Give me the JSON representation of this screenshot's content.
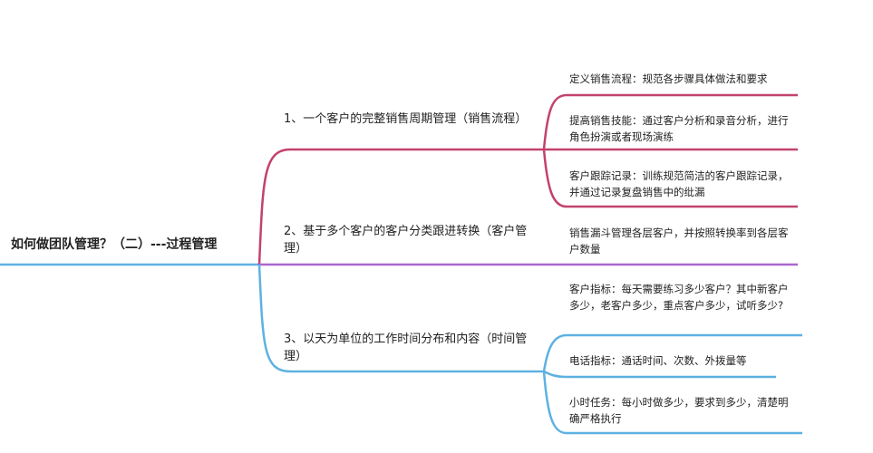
{
  "root": {
    "title": "如何做团队管理？（二）---过程管理"
  },
  "colors": {
    "branch1": "#c2426e",
    "branch2": "#a966d0",
    "branch3": "#5eb1e2"
  },
  "branches": [
    {
      "label": "1、一个客户的完整销售周期管理（销售流程）",
      "children": [
        "定义销售流程：规范各步骤具体做法和要求",
        "提高销售技能：通过客户分析和录音分析，进行角色扮演或者现场演练",
        "客户跟踪记录：训练规范简洁的客户跟踪记录，并通过记录复盘销售中的纰漏"
      ]
    },
    {
      "label": "2、基于多个客户的客户分类跟进转换（客户管理）",
      "children": [
        "销售漏斗管理各层客户，并按照转换率到各层客户数量"
      ]
    },
    {
      "label": "3、以天为单位的工作时间分布和内容（时间管理）",
      "children": [
        "客户指标：每天需要练习多少客户？其中新客户多少，老客户多少，重点客户多少，试听多少?",
        "电话指标：通话时间、次数、外拨量等",
        "小时任务：每小时做多少，要求到多少，清楚明确严格执行"
      ]
    }
  ]
}
